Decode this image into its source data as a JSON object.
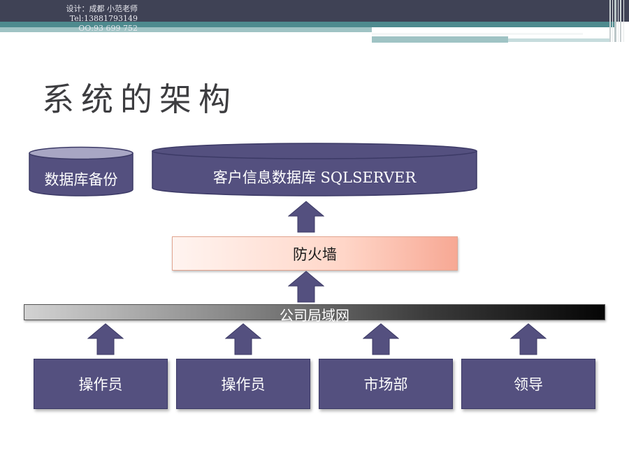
{
  "header": {
    "designer_line1": "设计：成都 小范老师",
    "designer_line2": "Tel:13881793149",
    "designer_line3": "QQ:93 699 752"
  },
  "title": "系统的架构",
  "diagram": {
    "backup_db": "数据库备份",
    "customer_db": "客户信息数据库 SQLSERVER",
    "firewall": "防火墙",
    "lan": "公司局域网",
    "clients": [
      "操作员",
      "操作员",
      "市场部",
      "领导"
    ]
  },
  "colors": {
    "node_fill": "#54507f",
    "node_border": "#3c3a66",
    "header_dark": "#3f4255",
    "header_teal": "#4e8a8e"
  }
}
